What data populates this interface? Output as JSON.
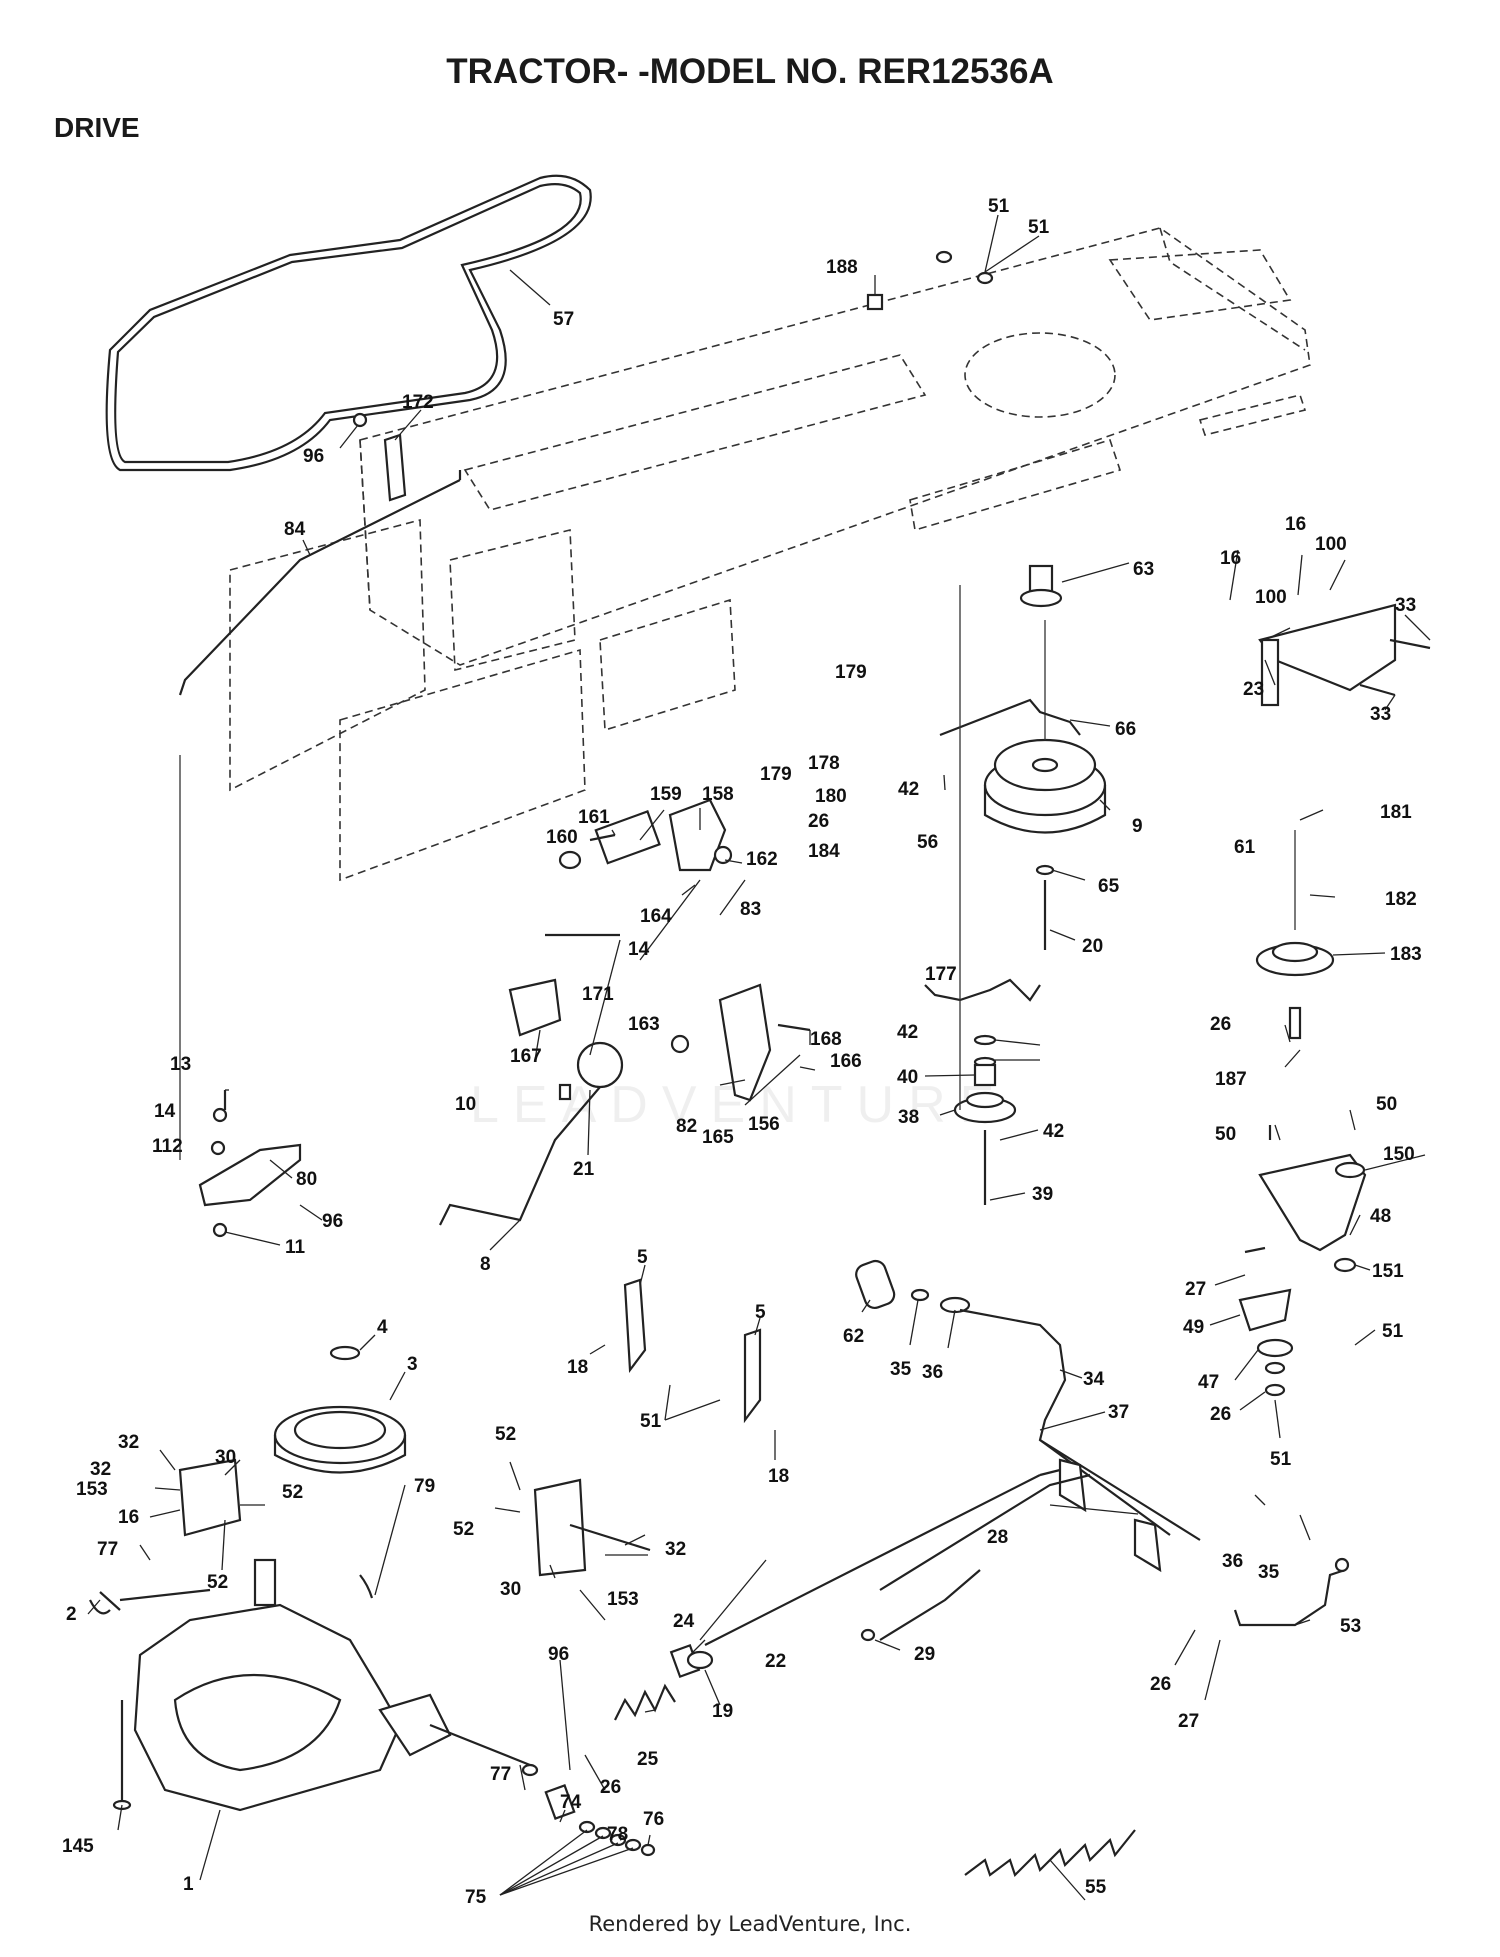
{
  "header": {
    "title": "TRACTOR- -MODEL NO. RER12536A",
    "section": "DRIVE"
  },
  "watermark": "LEADVENTURE",
  "footer": "Rendered by LeadVenture, Inc.",
  "callouts": [
    {
      "id": "c1",
      "label": "51"
    },
    {
      "id": "c2",
      "label": "51"
    },
    {
      "id": "c3",
      "label": "188"
    },
    {
      "id": "c4",
      "label": "57"
    },
    {
      "id": "c5",
      "label": "172"
    },
    {
      "id": "c6",
      "label": "96"
    },
    {
      "id": "c7",
      "label": "84"
    },
    {
      "id": "c8",
      "label": "63"
    },
    {
      "id": "c9",
      "label": "16"
    },
    {
      "id": "c10",
      "label": "100"
    },
    {
      "id": "c11",
      "label": "16"
    },
    {
      "id": "c12",
      "label": "100"
    },
    {
      "id": "c13",
      "label": "33"
    },
    {
      "id": "c14",
      "label": "23"
    },
    {
      "id": "c15",
      "label": "33"
    },
    {
      "id": "c16",
      "label": "179"
    },
    {
      "id": "c17",
      "label": "178"
    },
    {
      "id": "c18",
      "label": "179"
    },
    {
      "id": "c19",
      "label": "180"
    },
    {
      "id": "c20",
      "label": "26"
    },
    {
      "id": "c21",
      "label": "184"
    },
    {
      "id": "c22",
      "label": "66"
    },
    {
      "id": "c23",
      "label": "42"
    },
    {
      "id": "c24",
      "label": "56"
    },
    {
      "id": "c25",
      "label": "9"
    },
    {
      "id": "c26",
      "label": "65"
    },
    {
      "id": "c27",
      "label": "20"
    },
    {
      "id": "c28",
      "label": "181"
    },
    {
      "id": "c29",
      "label": "61"
    },
    {
      "id": "c30",
      "label": "182"
    },
    {
      "id": "c31",
      "label": "183"
    },
    {
      "id": "c32",
      "label": "26"
    },
    {
      "id": "c33",
      "label": "187"
    },
    {
      "id": "c34",
      "label": "161"
    },
    {
      "id": "c35",
      "label": "159"
    },
    {
      "id": "c36",
      "label": "158"
    },
    {
      "id": "c37",
      "label": "160"
    },
    {
      "id": "c38",
      "label": "162"
    },
    {
      "id": "c39",
      "label": "164"
    },
    {
      "id": "c40",
      "label": "83"
    },
    {
      "id": "c41",
      "label": "14"
    },
    {
      "id": "c42",
      "label": "171"
    },
    {
      "id": "c43",
      "label": "163"
    },
    {
      "id": "c44",
      "label": "167"
    },
    {
      "id": "c45",
      "label": "168"
    },
    {
      "id": "c46",
      "label": "166"
    },
    {
      "id": "c47",
      "label": "82"
    },
    {
      "id": "c48",
      "label": "165"
    },
    {
      "id": "c49",
      "label": "156"
    },
    {
      "id": "c50",
      "label": "177"
    },
    {
      "id": "c51",
      "label": "42"
    },
    {
      "id": "c52",
      "label": "40"
    },
    {
      "id": "c53",
      "label": "38"
    },
    {
      "id": "c54",
      "label": "42"
    },
    {
      "id": "c55",
      "label": "39"
    },
    {
      "id": "c56",
      "label": "13"
    },
    {
      "id": "c57",
      "label": "14"
    },
    {
      "id": "c58",
      "label": "112"
    },
    {
      "id": "c59",
      "label": "80"
    },
    {
      "id": "c60",
      "label": "96"
    },
    {
      "id": "c61",
      "label": "11"
    },
    {
      "id": "c62",
      "label": "10"
    },
    {
      "id": "c63",
      "label": "21"
    },
    {
      "id": "c64",
      "label": "8"
    },
    {
      "id": "c65",
      "label": "50"
    },
    {
      "id": "c66",
      "label": "50"
    },
    {
      "id": "c67",
      "label": "150"
    },
    {
      "id": "c68",
      "label": "48"
    },
    {
      "id": "c69",
      "label": "27"
    },
    {
      "id": "c70",
      "label": "151"
    },
    {
      "id": "c71",
      "label": "49"
    },
    {
      "id": "c72",
      "label": "51"
    },
    {
      "id": "c73",
      "label": "47"
    },
    {
      "id": "c74",
      "label": "26"
    },
    {
      "id": "c75",
      "label": "51"
    },
    {
      "id": "c76",
      "label": "4"
    },
    {
      "id": "c77",
      "label": "3"
    },
    {
      "id": "c78",
      "label": "79"
    },
    {
      "id": "c79",
      "label": "5"
    },
    {
      "id": "c80",
      "label": "18"
    },
    {
      "id": "c81",
      "label": "5"
    },
    {
      "id": "c82",
      "label": "51"
    },
    {
      "id": "c83",
      "label": "18"
    },
    {
      "id": "c84",
      "label": "62"
    },
    {
      "id": "c85",
      "label": "35"
    },
    {
      "id": "c86",
      "label": "36"
    },
    {
      "id": "c87",
      "label": "34"
    },
    {
      "id": "c88",
      "label": "37"
    },
    {
      "id": "c89",
      "label": "32"
    },
    {
      "id": "c90",
      "label": "32"
    },
    {
      "id": "c91",
      "label": "30"
    },
    {
      "id": "c92",
      "label": "153"
    },
    {
      "id": "c93",
      "label": "16"
    },
    {
      "id": "c94",
      "label": "52"
    },
    {
      "id": "c95",
      "label": "52"
    },
    {
      "id": "c96",
      "label": "52"
    },
    {
      "id": "c97",
      "label": "52"
    },
    {
      "id": "c98",
      "label": "32"
    },
    {
      "id": "c99",
      "label": "30"
    },
    {
      "id": "c100",
      "label": "153"
    },
    {
      "id": "c101",
      "label": "77"
    },
    {
      "id": "c102",
      "label": "2"
    },
    {
      "id": "c103",
      "label": "145"
    },
    {
      "id": "c104",
      "label": "1"
    },
    {
      "id": "c105",
      "label": "28"
    },
    {
      "id": "c106",
      "label": "36"
    },
    {
      "id": "c107",
      "label": "35"
    },
    {
      "id": "c108",
      "label": "22"
    },
    {
      "id": "c109",
      "label": "24"
    },
    {
      "id": "c110",
      "label": "19"
    },
    {
      "id": "c111",
      "label": "25"
    },
    {
      "id": "c112",
      "label": "96"
    },
    {
      "id": "c113",
      "label": "26"
    },
    {
      "id": "c114",
      "label": "29"
    },
    {
      "id": "c115",
      "label": "53"
    },
    {
      "id": "c116",
      "label": "26"
    },
    {
      "id": "c117",
      "label": "27"
    },
    {
      "id": "c118",
      "label": "77"
    },
    {
      "id": "c119",
      "label": "74"
    },
    {
      "id": "c120",
      "label": "78"
    },
    {
      "id": "c121",
      "label": "76"
    },
    {
      "id": "c122",
      "label": "75"
    },
    {
      "id": "c123",
      "label": "55"
    }
  ]
}
